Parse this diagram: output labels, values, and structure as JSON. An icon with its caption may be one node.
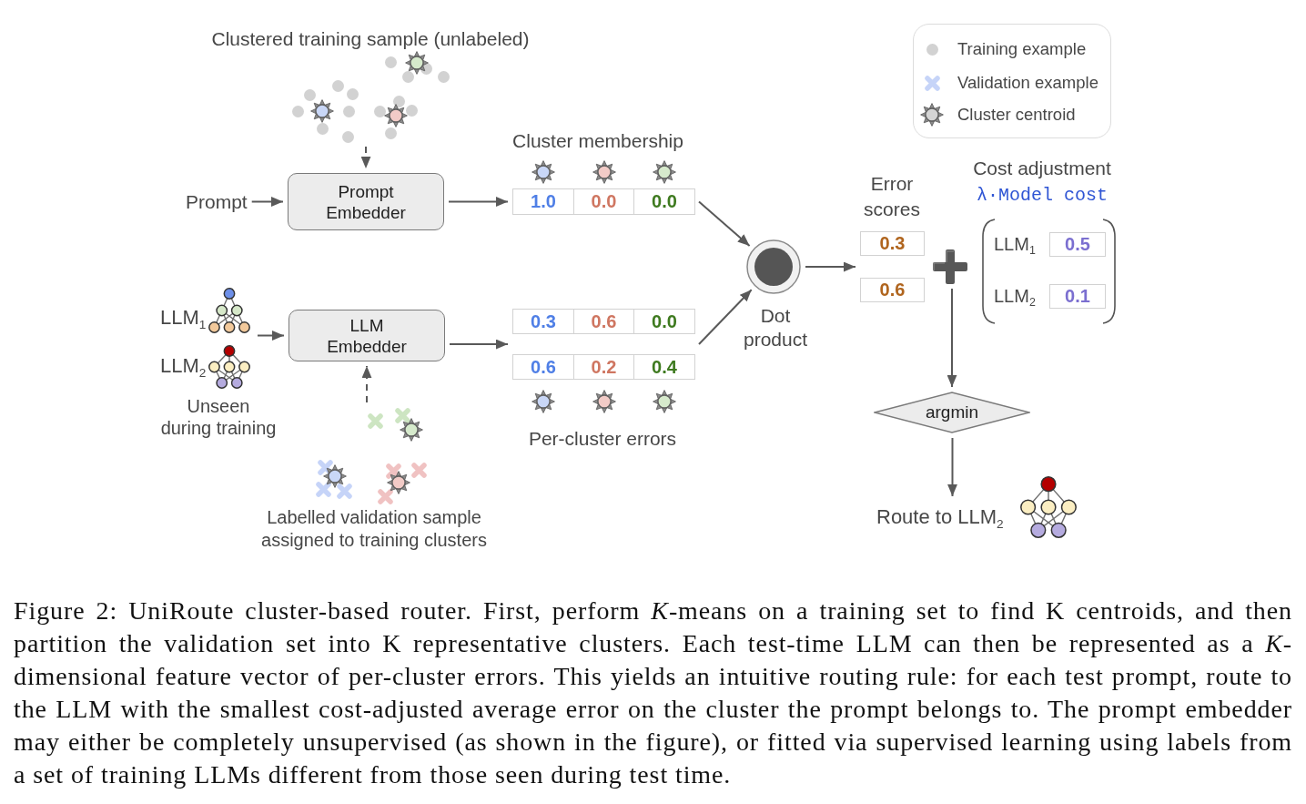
{
  "diagram": {
    "nodes": [
      {
        "text": [
          "Clustered training sample (unlabeled)"
        ]
      },
      {
        "text": [
          "Prompt"
        ]
      },
      {
        "text": [
          "Prompt Embedder"
        ]
      },
      {
        "text": [
          "Cluster membership",
          "1.0",
          "0.0",
          "0.0"
        ]
      },
      {
        "text": [
          "LLM$_{1}$"
        ]
      },
      {
        "text": [
          "LLM$_{2}$"
        ]
      },
      {
        "text": [
          "LLM Embedder"
        ]
      },
      {
        "text": [
          "Labelled validation sample assigned to training clusters"
        ]
      },
      {
        "text": [
          "0.3",
          "0.6",
          "0.0",
          "0.6",
          "0.2",
          "0.4",
          "Per-cluster errors"
        ]
      },
      {
        "text": [
          "Dot product"
        ]
      },
      {
        "text": [
          "Error scores",
          "0.3",
          "0.6"
        ]
      },
      {
        "text": [],
        "shape": "plus"
      },
      {
        "text": [
          "Cost adjustment",
          "λ·Model cost",
          "LLM$_{1}$",
          "0.5",
          "LLM$_{2}$",
          "0.1"
        ]
      },
      {
        "text": [
          "argmin"
        ]
      },
      {
        "text": [
          "Route to LLM$_{2}$"
        ]
      }
    ],
    "edges": [
      {
        "from": 0,
        "to": 2,
        "arrow": "to",
        "style": "dashed"
      },
      {
        "from": 1,
        "to": 2,
        "arrow": "to"
      },
      {
        "from": 2,
        "to": 3,
        "arrow": "to"
      },
      {
        "from": 4,
        "to": 6,
        "arrow": "to"
      },
      {
        "from": 5,
        "to": 6,
        "arrow": "to"
      },
      {
        "from": 7,
        "to": 6,
        "arrow": "to",
        "style": "dashed"
      },
      {
        "from": 6,
        "to": 8,
        "arrow": "to"
      },
      {
        "from": 3,
        "to": 9,
        "arrow": "to"
      },
      {
        "from": 8,
        "to": 9,
        "arrow": "to"
      },
      {
        "from": 9,
        "to": 10,
        "arrow": "to"
      },
      {
        "from": 11,
        "to": 13,
        "arrow": "to"
      },
      {
        "from": 13,
        "to": 14,
        "arrow": "to"
      }
    ],
    "labels": [
      "Unseen during training"
    ],
    "legend": [
      {
        "text": "Training example"
      },
      {
        "text": "Validation example"
      },
      {
        "text": "Cluster centroid"
      }
    ],
    "caption": "Figure 2: UniRoute cluster-based router. First, perform *K*-means on a training set to find K centroids, and then partition the validation set into K representative clusters. Each test-time LLM can then be represented as a *K*-dimensional feature vector of per-cluster errors. This yields an intuitive routing rule: for each test prompt, route to the LLM with the smallest cost-adjusted average error on the cluster the prompt belongs to. The prompt embedder may either be completely unsupervised (as shown in the figure), or fitted via supervised learning using labels from a set of training LLMs different from those seen during test time."
  }
}
